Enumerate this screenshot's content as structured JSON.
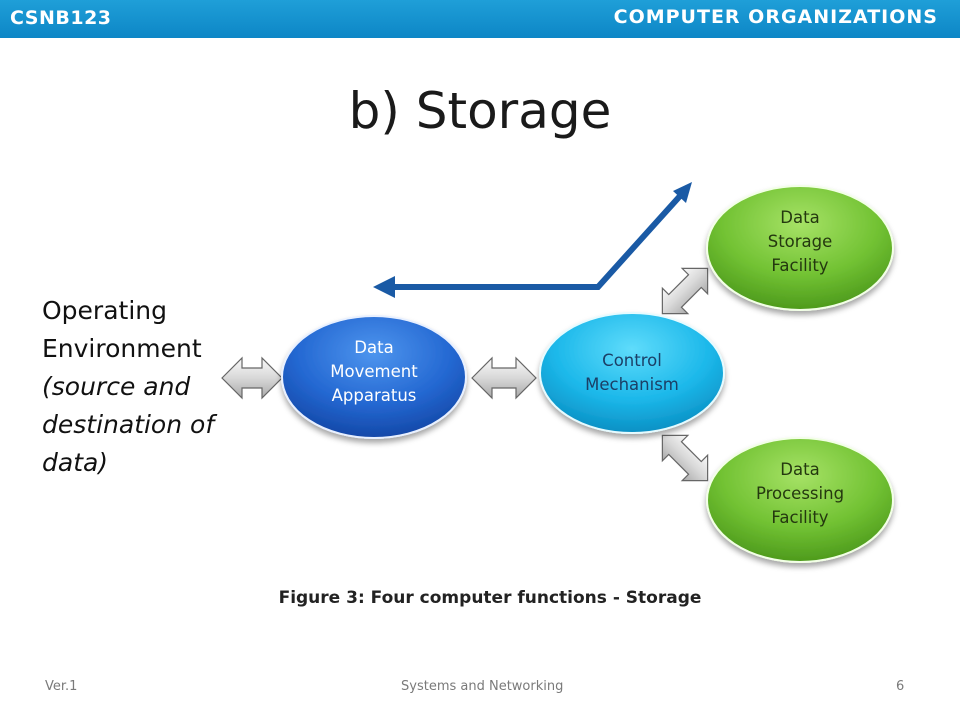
{
  "header": {
    "course_code": "CSNB123",
    "course_title": "COMPUTER ORGANIZATIONS"
  },
  "slide": {
    "title": "b) Storage"
  },
  "environment": {
    "line1": "Operating",
    "line2": "Environment",
    "line3": "(source and",
    "line4": "destination of",
    "line5": "data)"
  },
  "nodes": {
    "data_movement": {
      "line1": "Data",
      "line2": "Movement",
      "line3": "Apparatus",
      "color": "#1a63c9"
    },
    "control": {
      "line1": "Control",
      "line2": "Mechanism",
      "color": "#17b4e6"
    },
    "data_storage": {
      "line1": "Data",
      "line2": "Storage",
      "line3": "Facility",
      "color": "#6cbb2a"
    },
    "data_processing": {
      "line1": "Data",
      "line2": "Processing",
      "line3": "Facility",
      "color": "#6cbb2a"
    }
  },
  "flow_arrow_color": "#1a5aa5",
  "caption": "Figure 3: Four computer functions - Storage",
  "footer": {
    "version": "Ver.1",
    "center": "Systems and Networking",
    "page": "6"
  }
}
